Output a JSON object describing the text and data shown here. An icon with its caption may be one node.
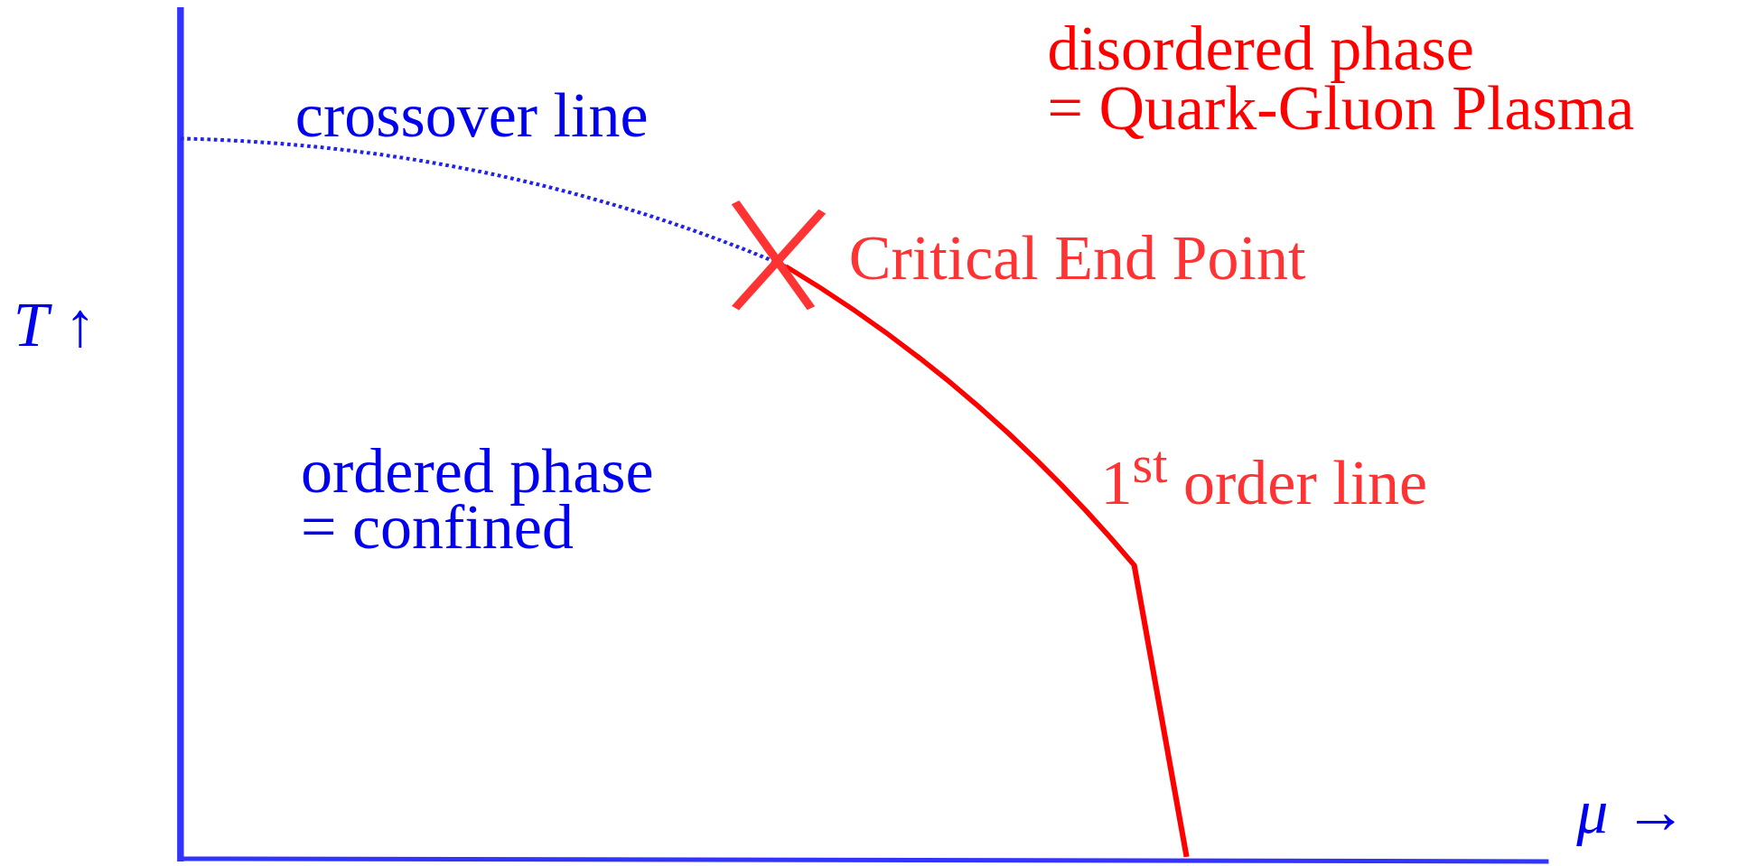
{
  "diagram": {
    "labels": [
      "disordered phase",
      "= Quark-Gluon Plasma",
      "crossover line",
      "Critical End Point",
      "*T* ↑",
      "ordered phase",
      "= confined",
      "1$^{st}$ order line",
      "*μ* →"
    ]
  }
}
